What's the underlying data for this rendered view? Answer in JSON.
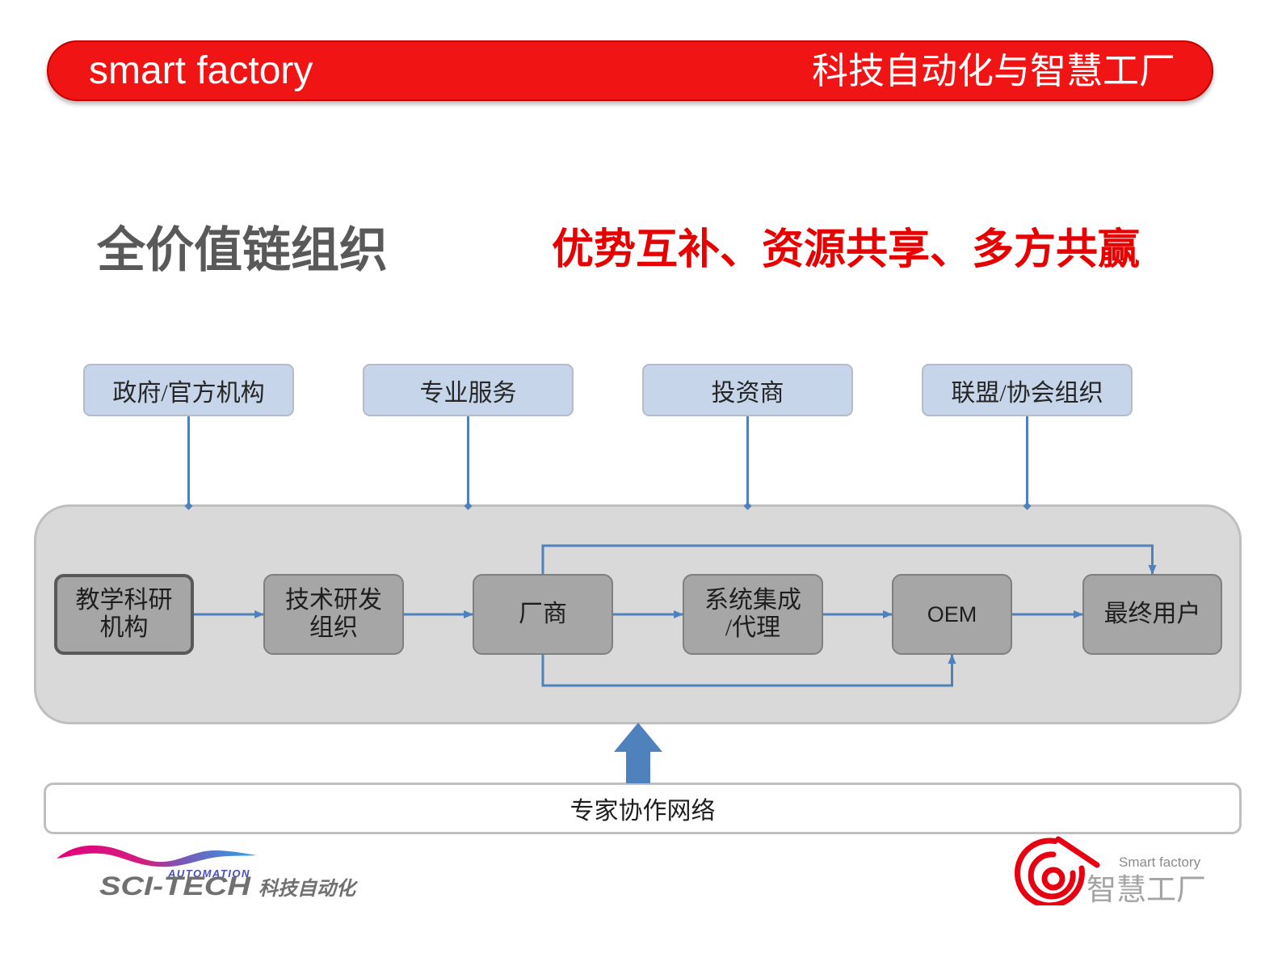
{
  "header": {
    "left_text": "smart factory",
    "right_text": "科技自动化与智慧工厂"
  },
  "title": "全价值链组织",
  "slogan": "优势互补、资源共享、多方共赢",
  "stakeholders": [
    {
      "label": "政府/官方机构"
    },
    {
      "label": "专业服务"
    },
    {
      "label": "投资商"
    },
    {
      "label": "联盟/协会组织"
    }
  ],
  "chain": [
    {
      "label": "教学科研\n机构"
    },
    {
      "label": "技术研发\n组织"
    },
    {
      "label": "厂商"
    },
    {
      "label": "系统集成\n/代理"
    },
    {
      "label": "OEM"
    },
    {
      "label": "最终用户"
    }
  ],
  "flow": [
    [
      0,
      1
    ],
    [
      1,
      2
    ],
    [
      2,
      3
    ],
    [
      3,
      4
    ],
    [
      4,
      5
    ]
  ],
  "bypass_above": [
    [
      2,
      5
    ]
  ],
  "bypass_below": [
    [
      2,
      4
    ]
  ],
  "expert_network": "专家协作网络",
  "logos": {
    "sci_tech": {
      "tagline": "AUTOMATION",
      "name": "SCI-TECH",
      "name_cn": "科技自动化"
    },
    "smart_factory": {
      "name": "Smart factory",
      "name_cn": "智慧工厂"
    }
  },
  "theme": {
    "header_red": "#f01414",
    "slogan_red": "#e60000",
    "title_gray": "#595959",
    "flow_blue": "#4f81bd",
    "stakeholder_fill": "#c6d5ea",
    "node_fill": "#a6a6a6",
    "panel_fill": "#d9d9d9"
  }
}
